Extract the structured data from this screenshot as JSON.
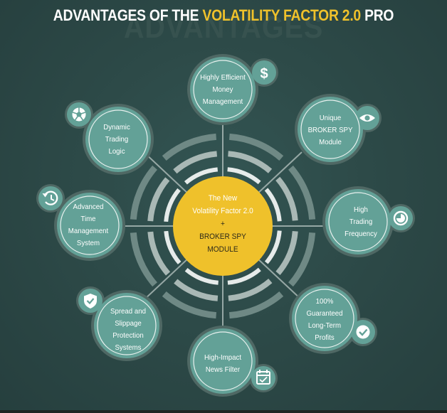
{
  "header": {
    "title_white_1": "ADVANTAGES OF THE ",
    "title_accent": "VOLATILITY FACTOR 2.0",
    "title_white_2": " PRO",
    "watermark": "ADVANTAGES"
  },
  "center": {
    "line1": "The New",
    "line2": "Volatility Factor 2.0",
    "line3": "+",
    "line4": "BROKER SPY",
    "line5": "MODULE"
  },
  "nodes": [
    {
      "id": "money",
      "lines": [
        "Highly Efficient",
        "Money",
        "Management"
      ],
      "icon": "dollar-icon"
    },
    {
      "id": "broker-spy",
      "lines": [
        "Unique",
        "BROKER SPY",
        "Module"
      ],
      "icon": "eye-icon"
    },
    {
      "id": "frequency",
      "lines": [
        "High",
        "Trading",
        "Frequency"
      ],
      "icon": "pie-clock-icon"
    },
    {
      "id": "profits",
      "lines": [
        "100%",
        "Guaranteed",
        "Long-Term",
        "Profits"
      ],
      "icon": "check-circle-icon"
    },
    {
      "id": "news",
      "lines": [
        "High-Impact",
        "News Filter"
      ],
      "icon": "calendar-check-icon"
    },
    {
      "id": "spread",
      "lines": [
        "Spread and",
        "Slippage",
        "Protection",
        "Systems"
      ],
      "icon": "shield-check-icon"
    },
    {
      "id": "time",
      "lines": [
        "Advanced",
        "Time",
        "Management",
        "System"
      ],
      "icon": "history-icon"
    },
    {
      "id": "dynamic",
      "lines": [
        "Dynamic",
        "Trading",
        "Logic"
      ],
      "icon": "aperture-icon"
    }
  ],
  "colors": {
    "background": "#2d4a48",
    "node_fill": "#63a197",
    "node_outline": "#5a706c",
    "center_fill": "#efc12b",
    "accent_text": "#efc12b",
    "ring_inner": "#e6ebea",
    "ring_mid": "#a9b8b5",
    "ring_outer": "#6f8985"
  }
}
